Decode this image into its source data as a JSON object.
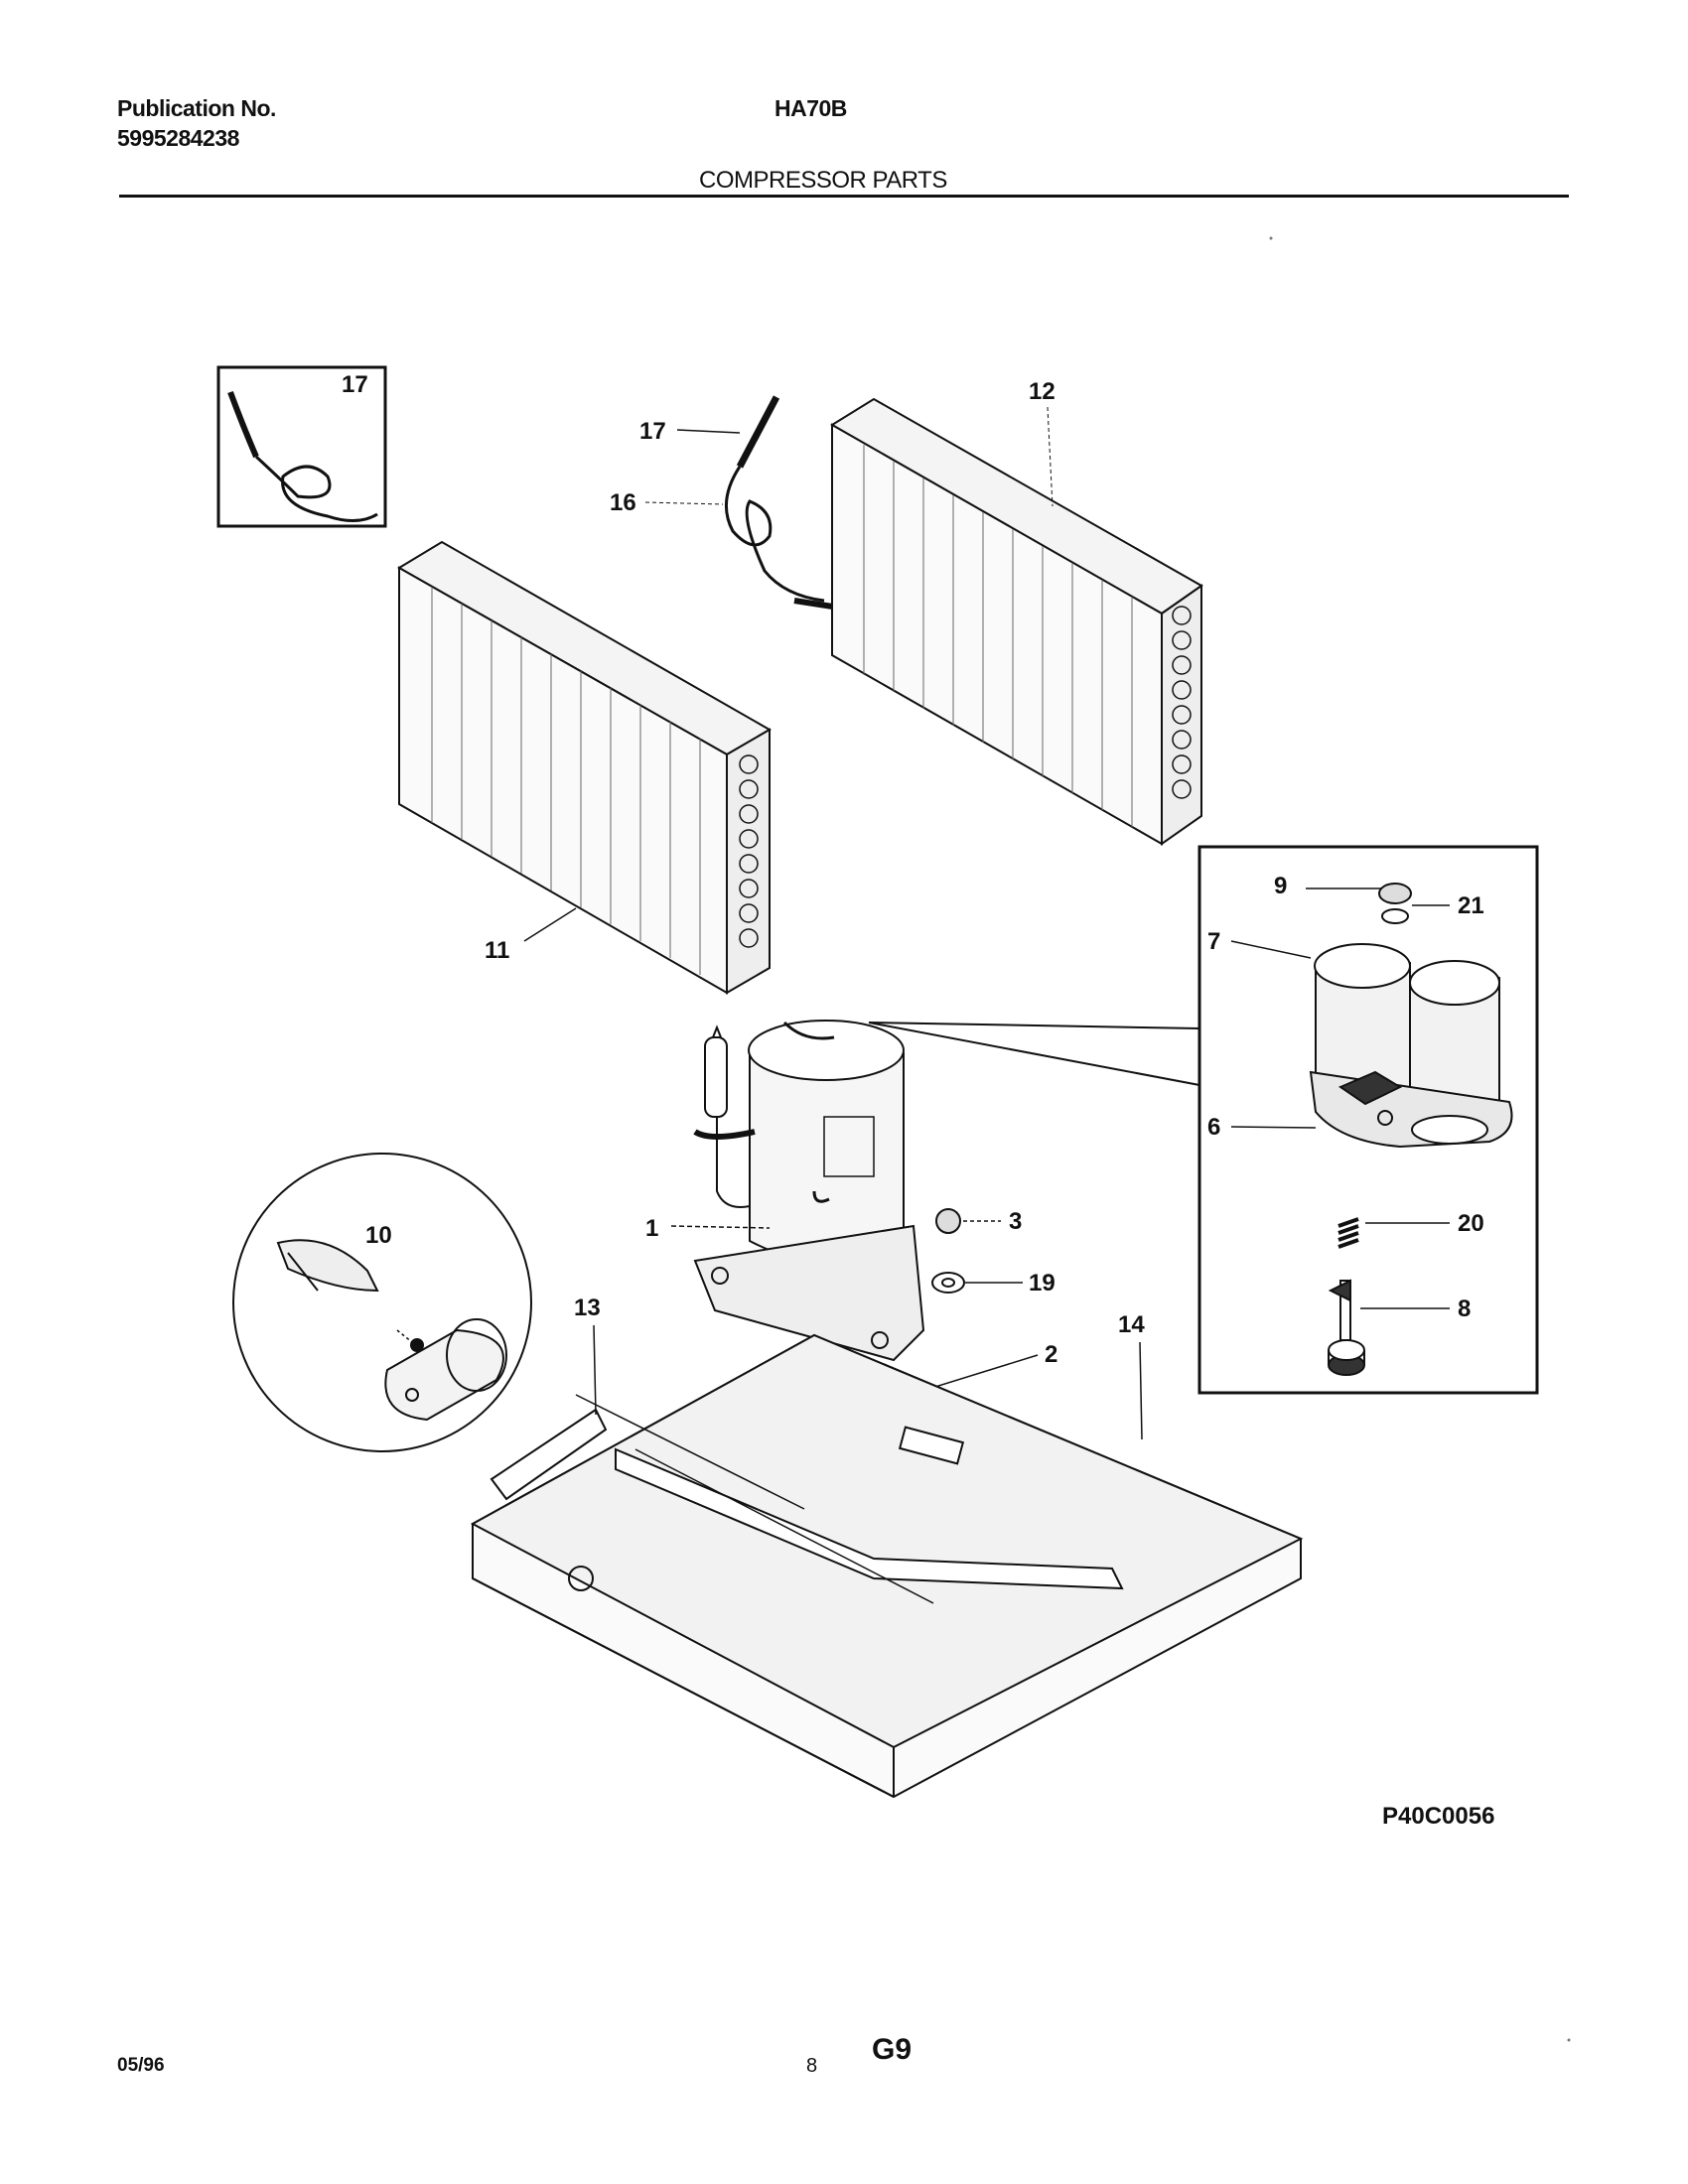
{
  "header": {
    "publication_label": "Publication No.",
    "publication_number": "5995284238",
    "model": "HA70B",
    "section_title": "COMPRESSOR PARTS"
  },
  "callouts": {
    "c1": "1",
    "c2": "2",
    "c3": "3",
    "c6": "6",
    "c7": "7",
    "c8": "8",
    "c9": "9",
    "c10": "10",
    "c11": "11",
    "c12": "12",
    "c13": "13",
    "c14": "14",
    "c16": "16",
    "c17_inset": "17",
    "c17": "17",
    "c19": "19",
    "c20": "20",
    "c21": "21"
  },
  "figure_code": "P40C0056",
  "footer": {
    "date": "05/96",
    "page": "8",
    "section_code": "G9"
  }
}
